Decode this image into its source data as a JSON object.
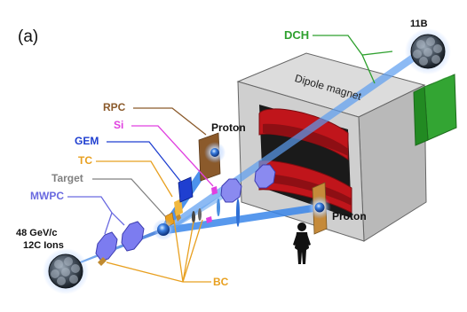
{
  "panel_label": "(a)",
  "magnet_label": "Dipole magnet",
  "labels": {
    "dch": "DCH",
    "boron": "11B",
    "rpc": "RPC",
    "si": "Si",
    "gem": "GEM",
    "tc": "TC",
    "target": "Target",
    "mwpc": "MWPC",
    "proton_upper": "Proton",
    "proton_right": "Proton",
    "bc": "BC",
    "beam_energy": "48 GeV/c",
    "beam_ions": "12C Ions"
  },
  "colors": {
    "rpc": "#8B5A2B",
    "si": "#E040E0",
    "gem": "#1F3FD0",
    "tc": "#E8A020",
    "target": "#808080",
    "mwpc": "#6A6AE0",
    "dch": "#2EA02E",
    "bc": "#E8A020",
    "magnet_yoke": "#CFCFCF",
    "magnet_coil": "#C0151B",
    "beam": "#4A8FE0"
  },
  "icons": {
    "nucleus": "nucleus-sphere-icon",
    "person": "person-silhouette-icon"
  }
}
